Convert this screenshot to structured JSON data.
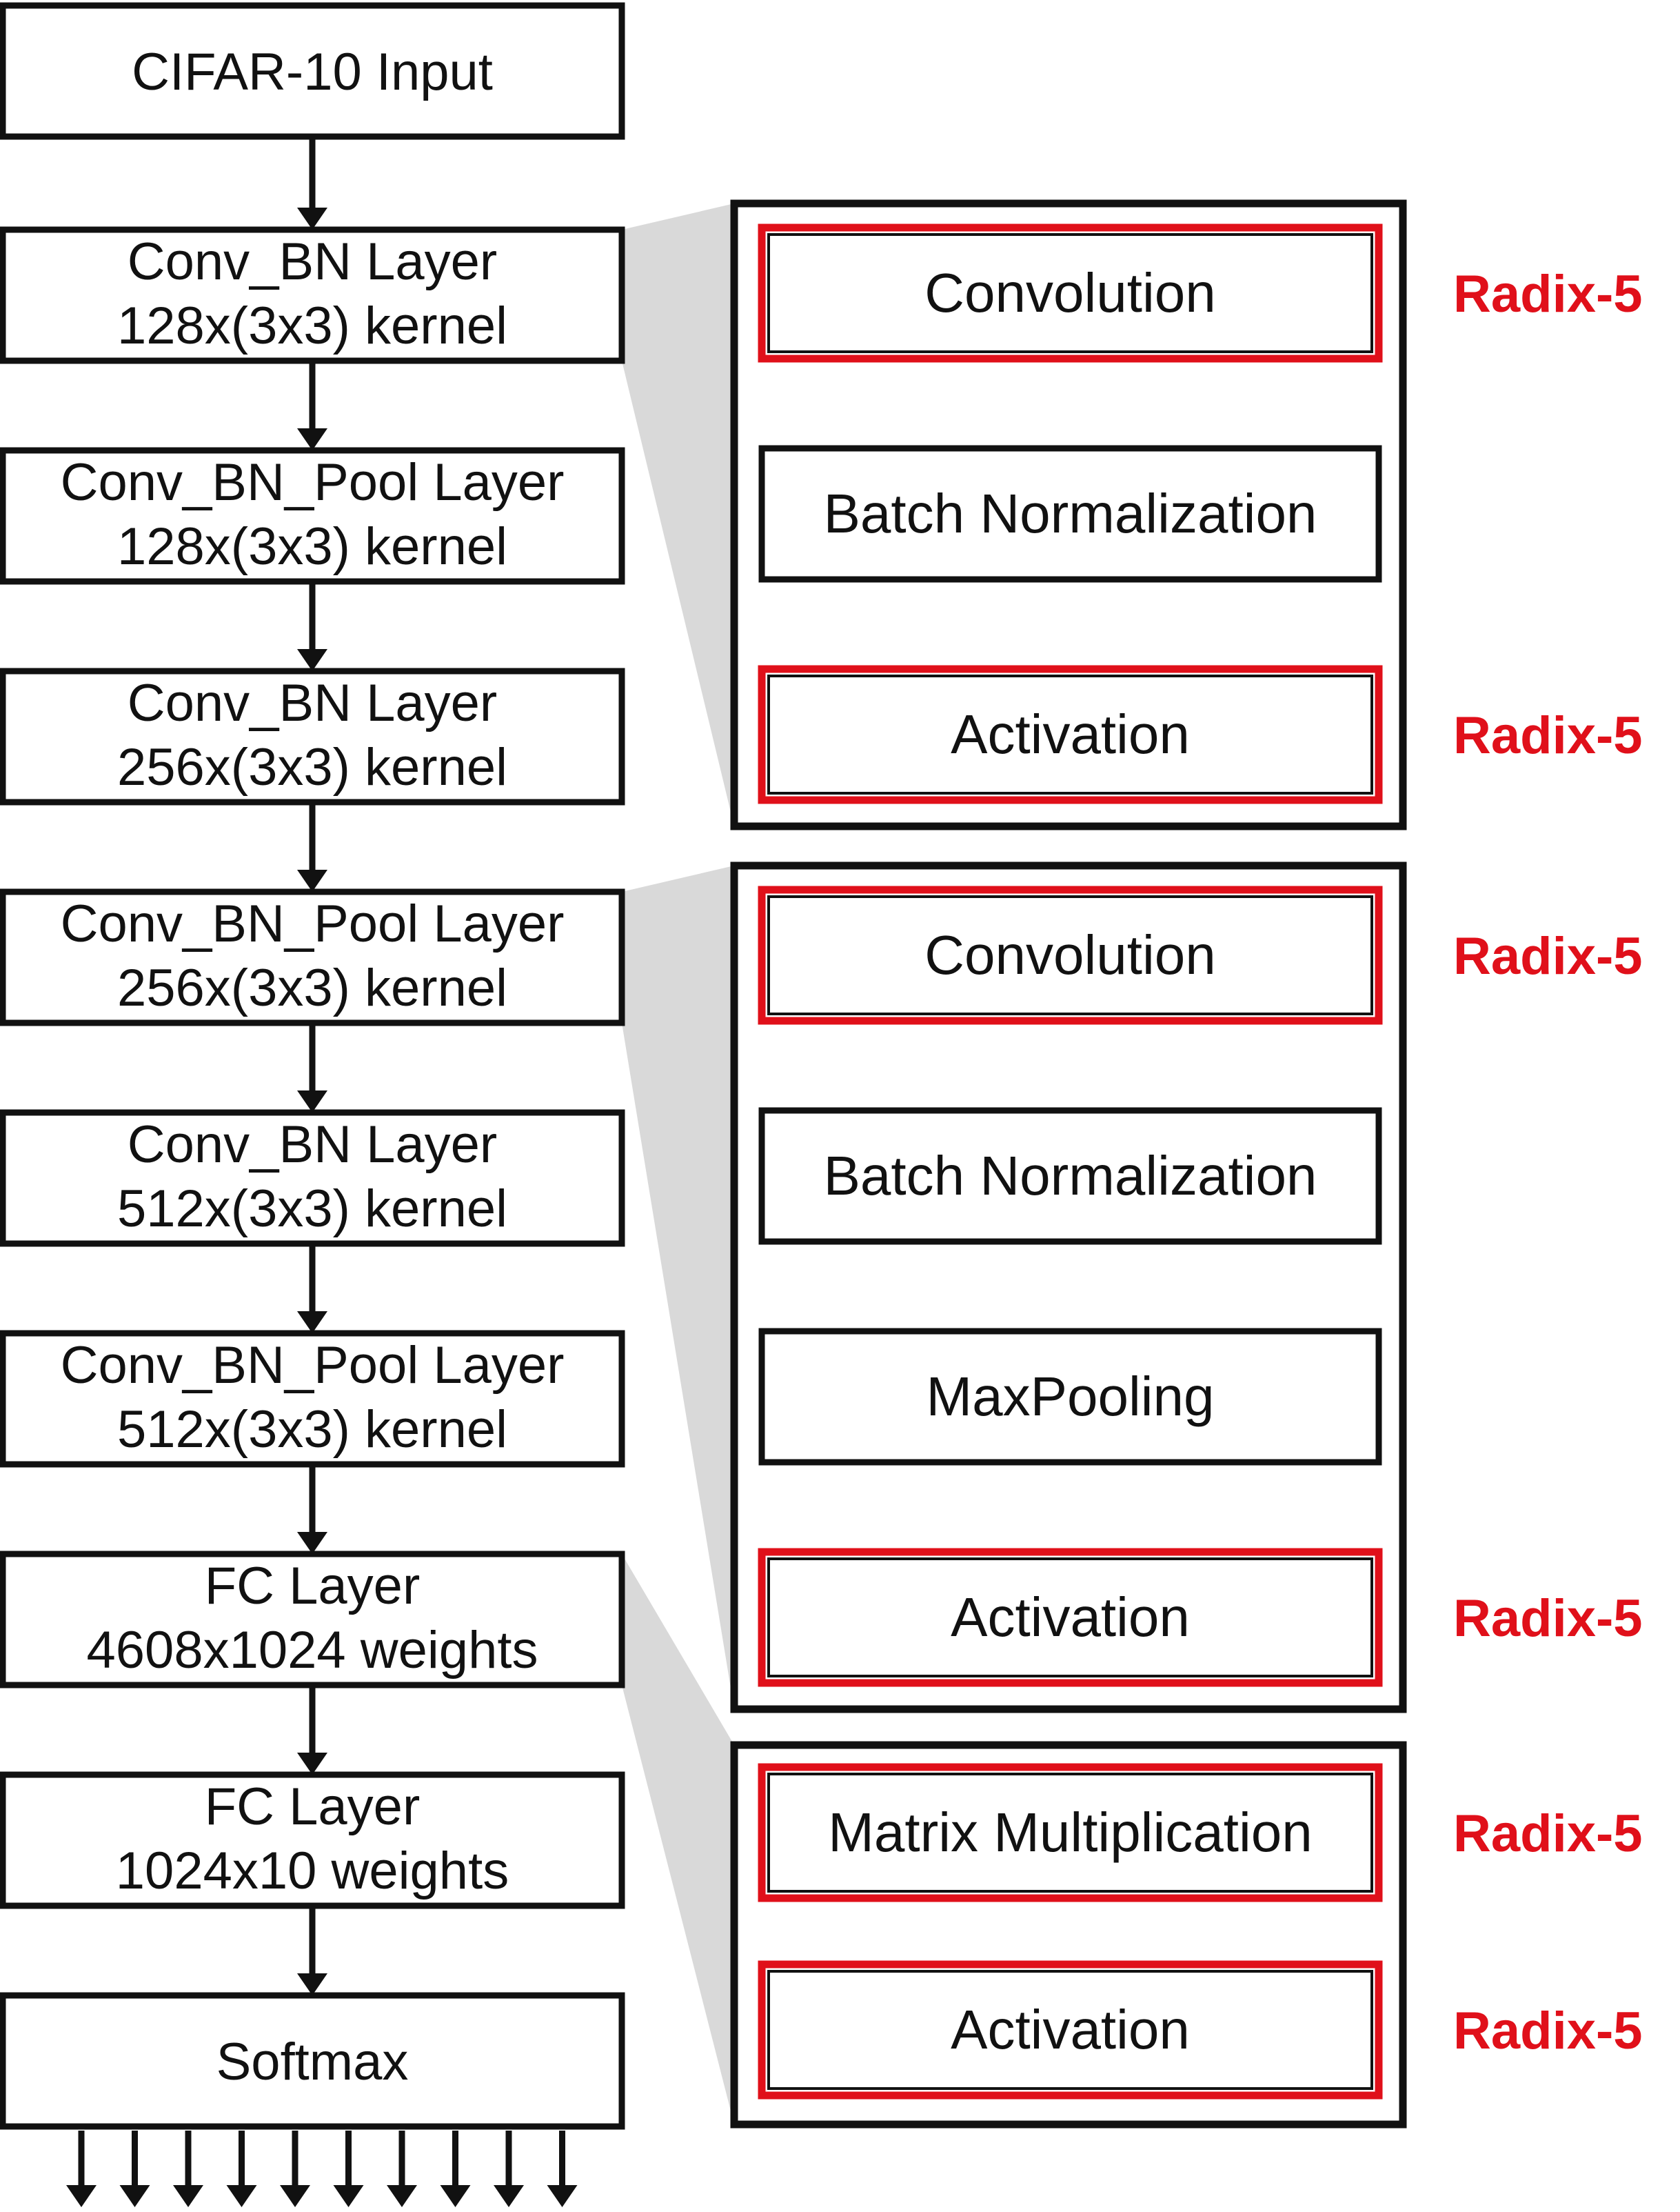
{
  "colors": {
    "stroke": "#111111",
    "highlight": "#e0101a",
    "zoom_shade": "#d9d9d9",
    "radix_text": "#e0101a"
  },
  "layers": [
    {
      "line1": "CIFAR-10 Input",
      "line2": ""
    },
    {
      "line1": "Conv_BN Layer",
      "line2": "128x(3x3) kernel"
    },
    {
      "line1": "Conv_BN_Pool Layer",
      "line2": "128x(3x3) kernel"
    },
    {
      "line1": "Conv_BN Layer",
      "line2": "256x(3x3) kernel"
    },
    {
      "line1": "Conv_BN_Pool Layer",
      "line2": "256x(3x3) kernel"
    },
    {
      "line1": "Conv_BN Layer",
      "line2": "512x(3x3) kernel"
    },
    {
      "line1": "Conv_BN_Pool Layer",
      "line2": "512x(3x3) kernel"
    },
    {
      "line1": "FC Layer",
      "line2": "4608x1024 weights"
    },
    {
      "line1": "FC Layer",
      "line2": "1024x10 weights"
    },
    {
      "line1": "Softmax",
      "line2": ""
    }
  ],
  "output_arrow_count": 10,
  "groups": [
    {
      "name": "conv-bn",
      "ops": [
        {
          "label": "Convolution",
          "highlight": true,
          "radix": "Radix-5"
        },
        {
          "label": "Batch Normalization",
          "highlight": false,
          "radix": ""
        },
        {
          "label": "Activation",
          "highlight": true,
          "radix": "Radix-5"
        }
      ]
    },
    {
      "name": "conv-bn-pool",
      "ops": [
        {
          "label": "Convolution",
          "highlight": true,
          "radix": "Radix-5"
        },
        {
          "label": "Batch Normalization",
          "highlight": false,
          "radix": ""
        },
        {
          "label": "MaxPooling",
          "highlight": false,
          "radix": ""
        },
        {
          "label": "Activation",
          "highlight": true,
          "radix": "Radix-5"
        }
      ]
    },
    {
      "name": "fc",
      "ops": [
        {
          "label": "Matrix Multiplication",
          "highlight": true,
          "radix": "Radix-5"
        },
        {
          "label": "Activation",
          "highlight": true,
          "radix": "Radix-5"
        }
      ]
    }
  ]
}
